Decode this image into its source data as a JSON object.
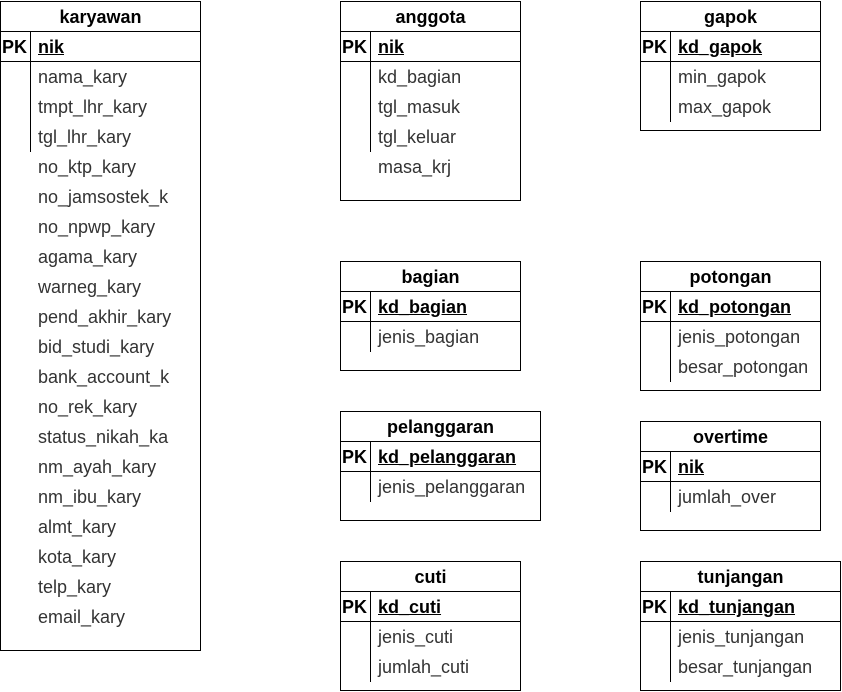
{
  "entities": [
    {
      "id": "karyawan",
      "title": "karyawan",
      "pk_label": "PK",
      "pk": "nik",
      "attributes": [
        "nama_kary",
        "tmpt_lhr_kary",
        "tgl_lhr_kary",
        "no_ktp_kary",
        "no_jamsostek_k",
        "no_npwp_kary",
        "agama_kary",
        "warneg_kary",
        "pend_akhir_kary",
        "bid_studi_kary",
        "bank_account_k",
        "no_rek_kary",
        "status_nikah_ka",
        "nm_ayah_kary",
        "nm_ibu_kary",
        "almt_kary",
        "kota_kary",
        "telp_kary",
        "email_kary"
      ]
    },
    {
      "id": "anggota",
      "title": "anggota",
      "pk_label": "PK",
      "pk": "nik",
      "attributes": [
        "kd_bagian",
        "tgl_masuk",
        "tgl_keluar",
        "masa_krj"
      ]
    },
    {
      "id": "gapok",
      "title": "gapok",
      "pk_label": "PK",
      "pk": "kd_gapok",
      "attributes": [
        "min_gapok",
        "max_gapok"
      ]
    },
    {
      "id": "bagian",
      "title": "bagian",
      "pk_label": "PK",
      "pk": "kd_bagian",
      "attributes": [
        "jenis_bagian"
      ]
    },
    {
      "id": "potongan",
      "title": "potongan",
      "pk_label": "PK",
      "pk": "kd_potongan",
      "attributes": [
        "jenis_potongan",
        "besar_potongan"
      ]
    },
    {
      "id": "pelanggaran",
      "title": "pelanggaran",
      "pk_label": "PK",
      "pk": "kd_pelanggaran",
      "attributes": [
        "jenis_pelanggaran"
      ]
    },
    {
      "id": "overtime",
      "title": "overtime",
      "pk_label": "PK",
      "pk": "nik",
      "attributes": [
        "jumlah_over"
      ]
    },
    {
      "id": "cuti",
      "title": "cuti",
      "pk_label": "PK",
      "pk": "kd_cuti",
      "attributes": [
        "jenis_cuti",
        "jumlah_cuti"
      ]
    },
    {
      "id": "tunjangan",
      "title": "tunjangan",
      "pk_label": "PK",
      "pk": "kd_tunjangan",
      "attributes": [
        "jenis_tunjangan",
        "besar_tunjangan"
      ]
    }
  ]
}
